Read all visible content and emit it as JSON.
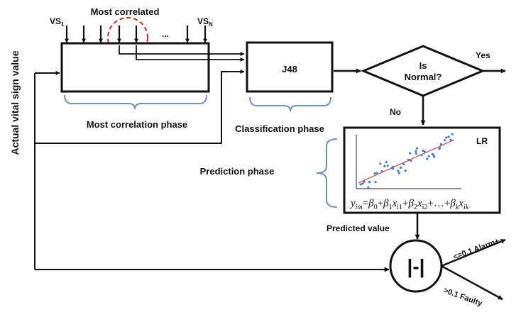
{
  "title": "Most correlated",
  "sensors": {
    "first": "VS",
    "first_sub": "1",
    "ellipsis": "...",
    "last": "VS",
    "last_sub": "N"
  },
  "y_axis_label": "Actual vital sign value",
  "blocks": {
    "classifier": "J48",
    "decision_line1": "Is",
    "decision_line2": "Normal?",
    "model_tag": "LR",
    "difference": "|-|"
  },
  "phases": {
    "correlation": "Most correlation phase",
    "classification": "Classification phase",
    "prediction": "Prediction phase"
  },
  "branches": {
    "yes": "Yes",
    "no": "No",
    "predicted": "Predicted value",
    "alarm": "<=0.1  Alarm+",
    "faulty": ">0.1  Faulty"
  },
  "equation": {
    "lhs": "y",
    "lhs_sub": "im",
    "b0": "β",
    "b0_sub": "0",
    "t1": "β",
    "t1_sub": "1",
    "t1_x": "x",
    "t1_xsub": "i1",
    "t2": "β",
    "t2_sub": "2",
    "t2_x": "x",
    "t2_xsub": "i2",
    "dots": "+…+",
    "tk": "β",
    "tk_sub": "k",
    "tk_x": "x",
    "tk_xsub": "ik"
  },
  "colors": {
    "stroke": "#111111",
    "brace": "#6f8fc8",
    "highlight": "#d9261c",
    "fit_line": "#e34a4a",
    "points": "#3d7fd6"
  }
}
